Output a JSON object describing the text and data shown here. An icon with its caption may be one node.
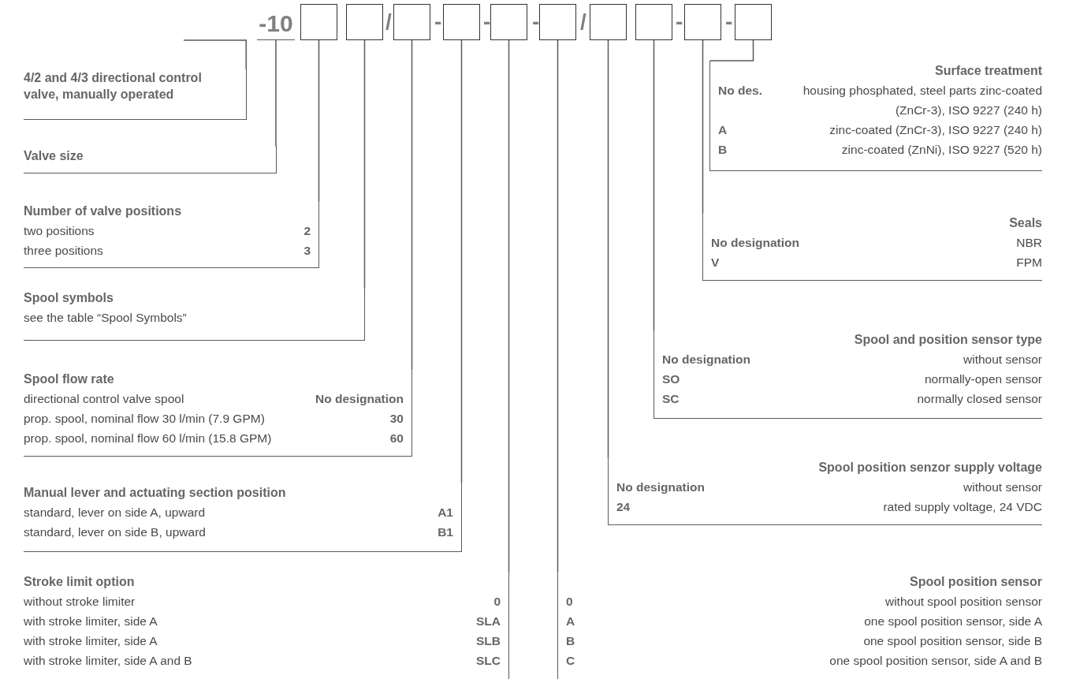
{
  "diagram": {
    "nodes": [
      {
        "text": [
          "-10"
        ]
      },
      {
        "text": [],
        "shape": "box"
      },
      {
        "text": [],
        "shape": "box"
      },
      {
        "text": [],
        "shape": "box"
      },
      {
        "text": [],
        "shape": "box"
      },
      {
        "text": [],
        "shape": "box"
      },
      {
        "text": [],
        "shape": "box"
      },
      {
        "text": [],
        "shape": "box"
      },
      {
        "text": [],
        "shape": "box"
      },
      {
        "text": [],
        "shape": "box"
      },
      {
        "text": [],
        "shape": "box"
      },
      {
        "text": [
          "4/2 and 4/3 directional control valve, manually operated"
        ]
      },
      {
        "text": [
          "Valve size"
        ]
      },
      {
        "text": [
          "Number of valve positions",
          "two positions",
          "2",
          "three positions",
          "3"
        ]
      },
      {
        "text": [
          "Spool symbols",
          "see the table “Spool Symbols”"
        ]
      },
      {
        "text": [
          "Spool flow rate",
          "directional control valve spool",
          "No designation",
          "prop. spool, nominal flow 30 l/min (7.9 GPM)",
          "30",
          "prop. spool, nominal flow 60 l/min (15.8 GPM)",
          "60"
        ]
      },
      {
        "text": [
          "Manual lever and actuating section position",
          "standard, lever on side A, upward",
          "A1",
          "standard, lever on side B, upward",
          "B1"
        ]
      },
      {
        "text": [
          "Stroke limit option",
          "without stroke limiter",
          "0",
          "with stroke limiter, side A",
          "SLA",
          "with stroke limiter, side A",
          "SLB",
          "with stroke limiter, side A and B",
          "SLC"
        ]
      },
      {
        "text": [
          "Spool position sensor",
          "0",
          "without spool position sensor",
          "A",
          "one spool position sensor, side A",
          "B",
          "one spool position sensor, side B",
          "C",
          "one spool position sensor, side A and B"
        ]
      },
      {
        "text": [
          "Spool position senzor supply voltage",
          "No designation",
          "without sensor",
          "24",
          "rated supply voltage, 24 VDC"
        ]
      },
      {
        "text": [
          "Spool and position sensor type",
          "No designation",
          "without sensor",
          "SO",
          "normally-open sensor",
          "SC",
          "normally closed sensor"
        ]
      },
      {
        "text": [
          "Seals",
          "No designation",
          "NBR",
          "V",
          "FPM"
        ]
      },
      {
        "text": [
          "Surface treatment",
          "No des.",
          "housing phosphated, steel parts zinc-coated (ZnCr-3), ISO 9227 (240 h)",
          "A",
          "zinc-coated (ZnCr-3), ISO 9227 (240 h)",
          "B",
          "zinc-coated (ZnNi), ISO 9227 (520 h)"
        ]
      }
    ],
    "edges": [
      {
        "from": 11,
        "to": null,
        "arrow": "none"
      },
      {
        "from": 12,
        "to": 0,
        "arrow": "none"
      },
      {
        "from": 13,
        "to": 1,
        "arrow": "none"
      },
      {
        "from": 14,
        "to": 2,
        "arrow": "none"
      },
      {
        "from": 15,
        "to": 3,
        "arrow": "none"
      },
      {
        "from": 16,
        "to": 4,
        "arrow": "none"
      },
      {
        "from": 17,
        "to": 5,
        "arrow": "none"
      },
      {
        "from": 18,
        "to": 6,
        "arrow": "none"
      },
      {
        "from": 19,
        "to": 7,
        "arrow": "none"
      },
      {
        "from": 20,
        "to": 8,
        "arrow": "none"
      },
      {
        "from": 21,
        "to": 9,
        "arrow": "none"
      },
      {
        "from": 22,
        "to": 10,
        "arrow": "none"
      }
    ],
    "labels": [
      "/",
      "-",
      "-",
      "-",
      "/",
      "-",
      "-"
    ]
  }
}
